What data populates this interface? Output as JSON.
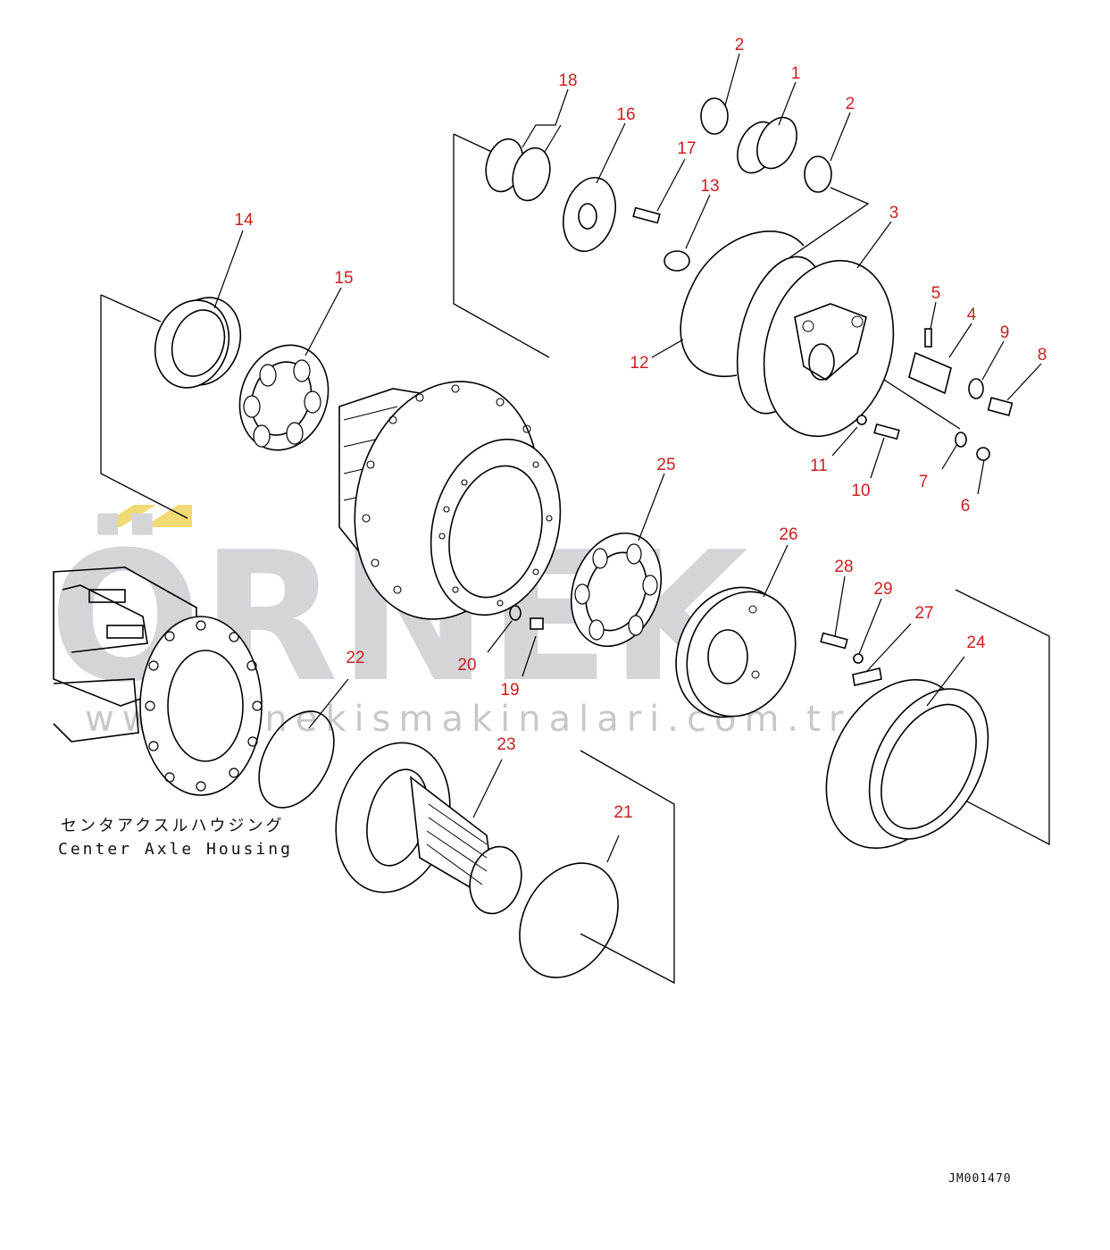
{
  "watermark": {
    "brand": "ÖRNEK",
    "url": "www.ornekismakinalari.com.tr"
  },
  "caption": {
    "japanese": "センタアクスルハウジング",
    "english": "Center Axle Housing"
  },
  "drawing_code": "JM001470",
  "callouts": [
    "1",
    "2",
    "2",
    "3",
    "4",
    "5",
    "6",
    "7",
    "8",
    "9",
    "10",
    "11",
    "12",
    "13",
    "14",
    "15",
    "16",
    "17",
    "18",
    "19",
    "20",
    "21",
    "22",
    "23",
    "24",
    "25",
    "26",
    "27",
    "28",
    "29"
  ],
  "colors": {
    "callout": "#cc1f1f",
    "linework": "#000000",
    "watermark": "#d5d5d9",
    "watermark_accent": "#f2da74"
  }
}
